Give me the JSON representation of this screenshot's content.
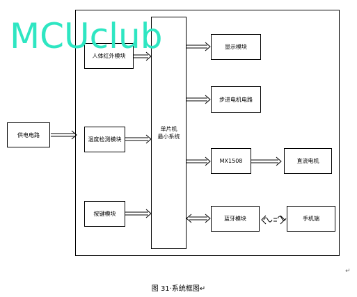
{
  "watermark": "MCUclub",
  "blocks": {
    "power": "供电电路",
    "pir": "人体红外模块",
    "temp": "温度检测模块",
    "keys": "按键模块",
    "mcu_line1": "单片机",
    "mcu_line2": "最小系统",
    "display": "显示模块",
    "stepper": "步进电机电路",
    "driver": "MX1508",
    "dcmotor": "直流电机",
    "bluetooth": "蓝牙模块",
    "phone": "手机端"
  },
  "caption": "图 31·系统框图↵",
  "paragraph_mark": "↵"
}
